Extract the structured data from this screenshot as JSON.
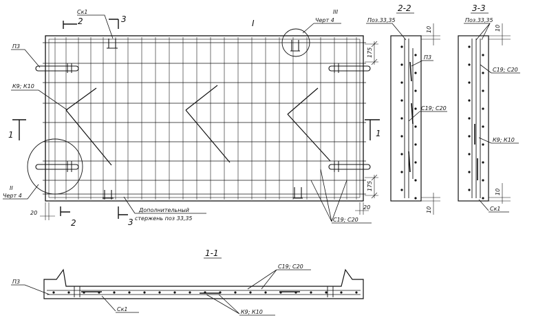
{
  "labels": {
    "sk1": "Ск1",
    "p3": "П3",
    "k9k10": "К9; К10",
    "c19c20": "С19; С20",
    "poz": "Поз.33,35",
    "cut2": "2",
    "cut3": "3",
    "cut1": "1",
    "cut_roman_top": "I",
    "detail3": "III",
    "detail2": "II",
    "chert4": "Черт 4",
    "dim_175": "175",
    "dim_20": "20",
    "dim_10": "10",
    "extra_bar_1": "Дополнительный",
    "extra_bar_2": "стержень поз 33,35"
  },
  "sections": {
    "s22": "2-2",
    "s33": "3-3",
    "s11": "1-1"
  }
}
